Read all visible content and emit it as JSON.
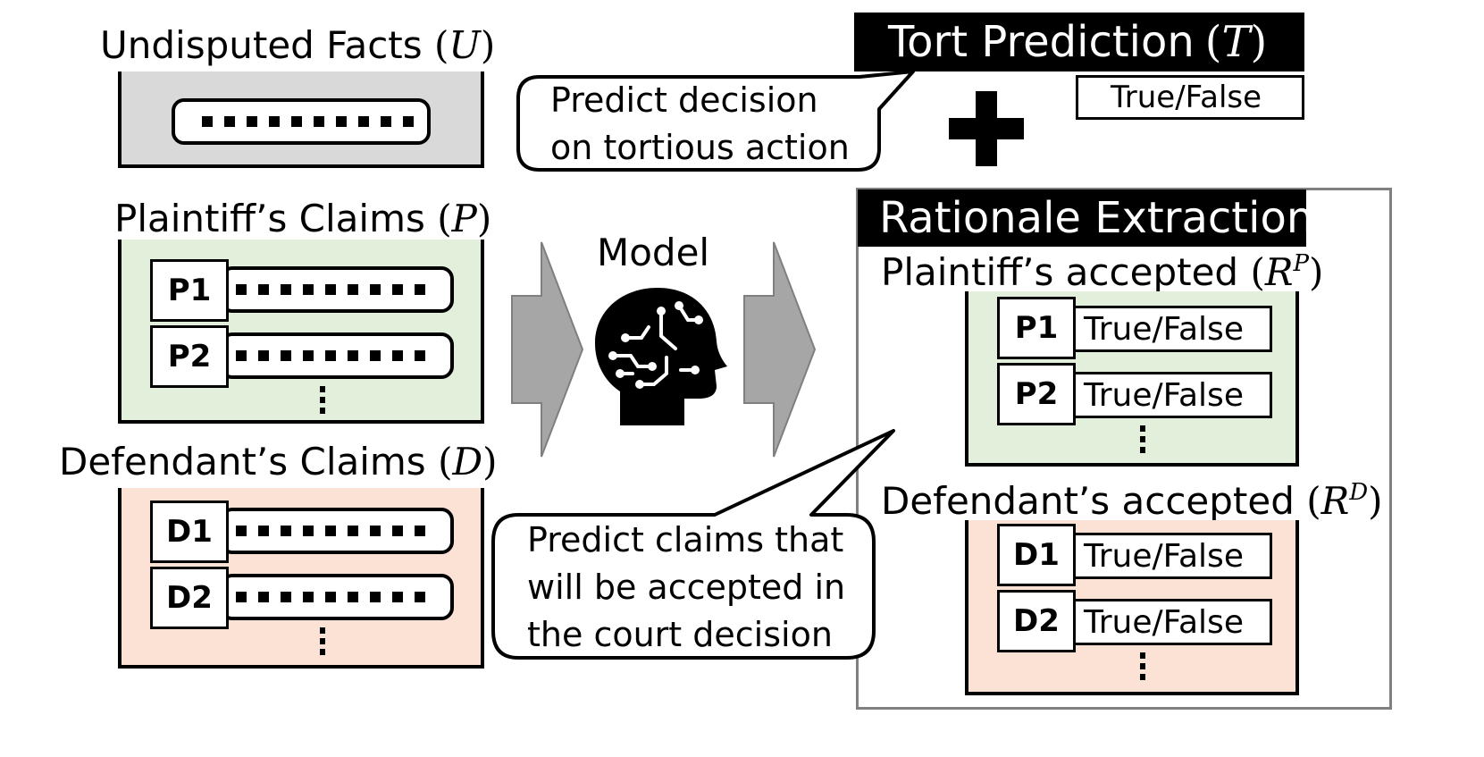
{
  "inputs": {
    "facts": {
      "label": "Undisputed Facts",
      "var": "U"
    },
    "plaintiff": {
      "label": "Plaintiff’s Claims",
      "var": "P",
      "items": [
        "P1",
        "P2"
      ]
    },
    "defendant": {
      "label": "Defendant’s Claims",
      "var": "D",
      "items": [
        "D1",
        "D2"
      ]
    }
  },
  "model": {
    "label": "Model",
    "icon": "brain-head-icon"
  },
  "tort": {
    "label": "Tort Prediction",
    "var": "T",
    "value": "True/False"
  },
  "plus": "+",
  "rationale": {
    "label": "Rationale Extraction",
    "plaintiff": {
      "label": "Plaintiff’s accepted",
      "var": "R",
      "sup": "P",
      "items": [
        {
          "id": "P1",
          "value": "True/False"
        },
        {
          "id": "P2",
          "value": "True/False"
        }
      ]
    },
    "defendant": {
      "label": "Defendant’s accepted",
      "var": "R",
      "sup": "D",
      "items": [
        {
          "id": "D1",
          "value": "True/False"
        },
        {
          "id": "D2",
          "value": "True/False"
        }
      ]
    }
  },
  "callouts": {
    "tort": [
      "Predict decision",
      "on tortious action"
    ],
    "claims": [
      "Predict claims that",
      "will be accepted in",
      "the court decision"
    ]
  }
}
